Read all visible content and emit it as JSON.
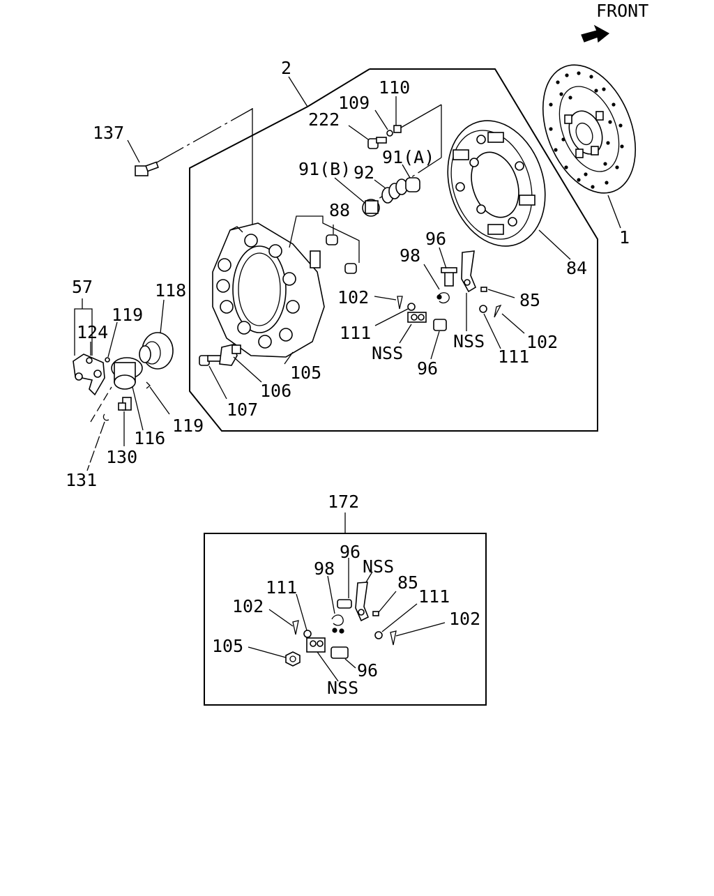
{
  "header": {
    "front_label": "FRONT",
    "front_arrow_icon": "front-arrow-icon"
  },
  "colors": {
    "ink": "#000000",
    "paper": "#ffffff"
  },
  "main_callouts": {
    "c2": "2",
    "c137": "137",
    "c110": "110",
    "c109": "109",
    "c222": "222",
    "c91b": "91(B)",
    "c92": "92",
    "c91a": "91(A)",
    "c88": "88",
    "c96a": "96",
    "c98a": "98",
    "c102a": "102",
    "c85a": "85",
    "c111a": "111",
    "c111b": "111",
    "c102b": "102",
    "c84": "84",
    "c1": "1",
    "nss_a": "NSS",
    "nss_b": "NSS",
    "c96b": "96",
    "c105": "105",
    "c106": "106",
    "c107": "107",
    "c57": "57",
    "c124": "124",
    "c119a": "119",
    "c118": "118",
    "c119b": "119",
    "c116": "116",
    "c130": "130",
    "c131": "131"
  },
  "kit_callouts": {
    "c172": "172",
    "c96a": "96",
    "nss_a": "NSS",
    "c98": "98",
    "c85": "85",
    "c111a": "111",
    "c111b": "111",
    "c102a": "102",
    "c102b": "102",
    "c105": "105",
    "c96b": "96",
    "nss_b": "NSS"
  }
}
